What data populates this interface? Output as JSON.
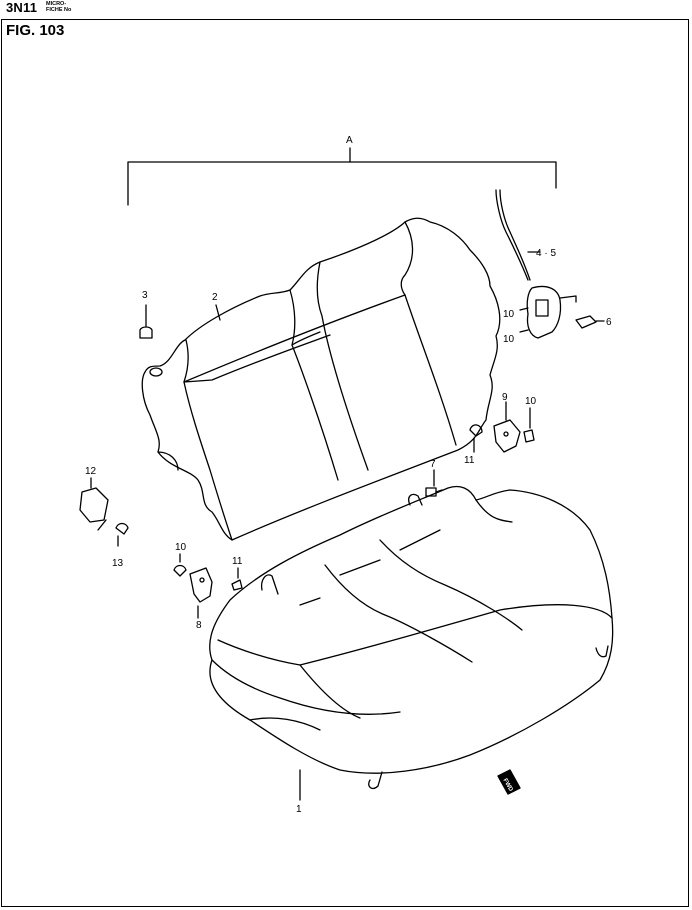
{
  "header": {
    "code": "3N11",
    "microfiche_line1": "MICRO-",
    "microfiche_line2": "FICHE No"
  },
  "figure": {
    "title": "FIG. 103"
  },
  "callouts": {
    "assembly": "A",
    "c1": "1",
    "c2": "2",
    "c3": "3",
    "c45": "4 · 5",
    "c6": "6",
    "c7": "7",
    "c8": "8",
    "c9": "9",
    "c10a": "10",
    "c10b": "10",
    "c10c": "10",
    "c10d": "10",
    "c11a": "11",
    "c11b": "11",
    "c12": "12",
    "c13": "13"
  },
  "fwd_marker": "FWD"
}
